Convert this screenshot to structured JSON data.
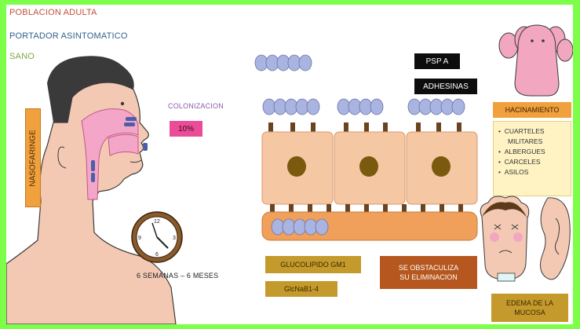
{
  "header_lines": {
    "line1": "POBLACION ADULTA",
    "line2": "PORTADOR ASINTOMATICO",
    "line3": "SANO"
  },
  "labels": {
    "nasofaringe": "NASOFARINGE",
    "colonizacion": "COLONIZACION",
    "percent": "10%",
    "duration": "6 SEMANAS – 6 MESES",
    "psp_a": "PSP A",
    "adhesinas": "ADHESINAS",
    "glucolipido": "GLUCOLIPIDO GM1",
    "glcnac": "GlcNaB1-4",
    "obstaculiza_line1": "SE OBSTACULIZA",
    "obstaculiza_line2": "SU ELIMINACION",
    "hacinamiento": "HACINAMIENTO",
    "edema_line1": "EDEMA DE LA",
    "edema_line2": "MUCOSA"
  },
  "hacinamiento_items": [
    "CUARTELES",
    "MILITARES",
    "ALBERGUES",
    "CARCELES",
    "ASILOS"
  ],
  "colors": {
    "frame": "#7dff4a",
    "header1": "#c0503d",
    "header2": "#2f5f8a",
    "header3": "#7bab3c",
    "colonizacion": "#8e5aa8",
    "percent_bg": "#ea4c98",
    "black_label": "#0d0d0d",
    "gold_label": "#c49a2c",
    "brown_label": "#b5571e",
    "orange_label": "#f0a03c",
    "list_bg": "#fff3c4",
    "cell": "#f6c7a3",
    "nucleus": "#7a5a0e",
    "bacteria": "#a9b4e0",
    "skin": "#f4c9b4",
    "mucosa": "#f3a6c8"
  },
  "icons": {
    "clock": "clock-icon",
    "crowd": "crowd-icon",
    "sick_face": "sick-face-icon",
    "ear": "ear-icon"
  }
}
